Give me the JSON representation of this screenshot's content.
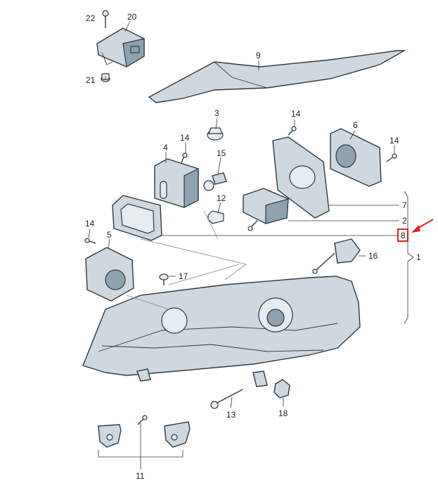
{
  "callouts": {
    "p1": "1",
    "p2": "2",
    "p3": "3",
    "p4": "4",
    "p5": "5",
    "p6": "6",
    "p7": "7",
    "p8": "8",
    "p9": "9",
    "p11": "11",
    "p12": "12",
    "p13": "13",
    "p14a": "14",
    "p14b": "14",
    "p14c": "14",
    "p14d": "14",
    "p15": "15",
    "p16": "16",
    "p17": "17",
    "p18": "18",
    "p20": "20",
    "p21": "21",
    "p22": "22"
  },
  "highlight": {
    "part": "8",
    "box_color": "#e02020",
    "arrow_color": "#e02020"
  }
}
